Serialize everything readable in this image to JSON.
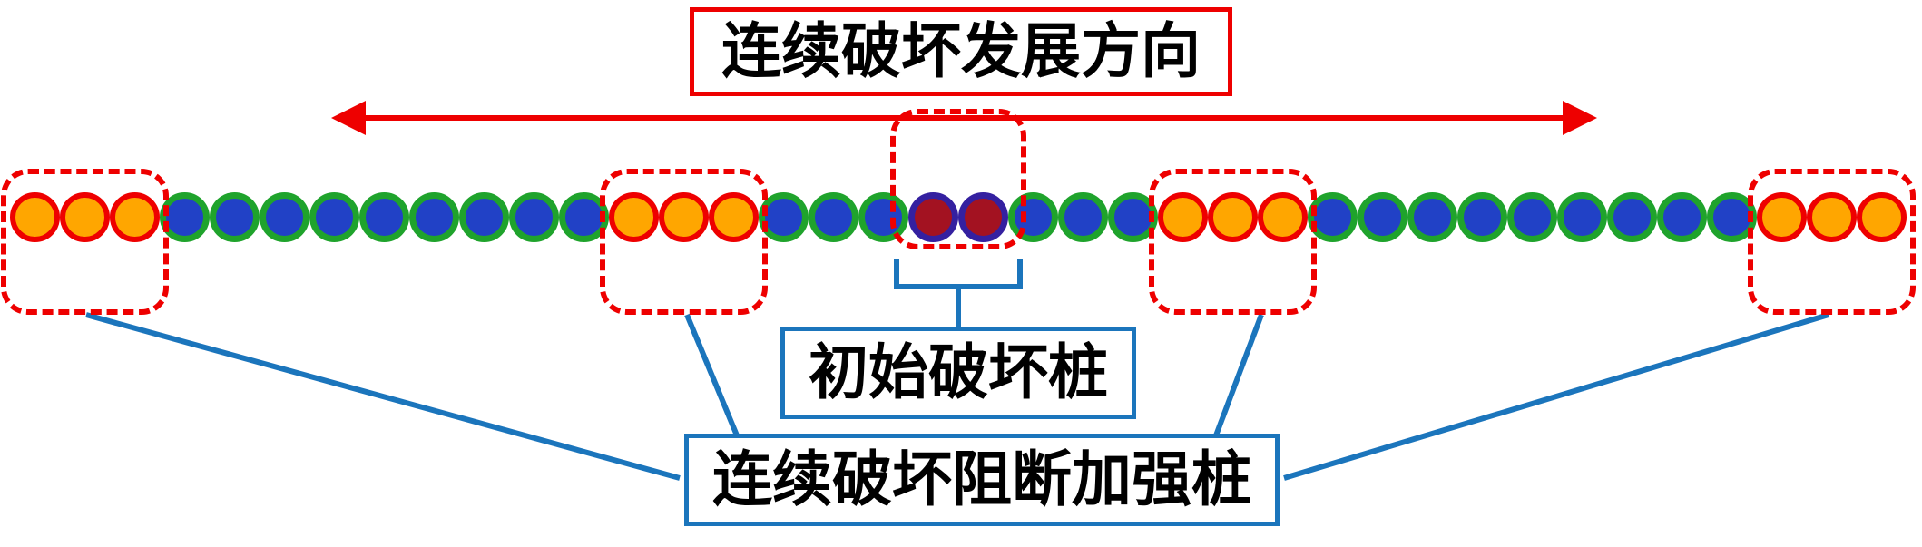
{
  "title": {
    "text": "连续破坏发展方向"
  },
  "annotations": {
    "initial_failure_label": "初始破坏桩",
    "blocking_reinforcement_label": "连续破坏阻断加强桩"
  },
  "colors": {
    "red": "#ee0000",
    "blue": "#1b75bc",
    "pile_normal_fill": "#2141c6",
    "pile_normal_border": "#1fa32c",
    "pile_reinforced_fill": "#ffa600",
    "pile_reinforced_border": "#ee0000",
    "pile_failed_fill": "#a31221",
    "pile_failed_border": "#3420a0"
  },
  "pile_row": {
    "groups": [
      {
        "type": "reinforced",
        "count": 3,
        "boxed": true
      },
      {
        "type": "normal",
        "count": 9
      },
      {
        "type": "reinforced",
        "count": 3,
        "boxed": true
      },
      {
        "type": "normal",
        "count": 3
      },
      {
        "type": "failed",
        "count": 2,
        "boxed": true,
        "bracket": true
      },
      {
        "type": "normal",
        "count": 3
      },
      {
        "type": "reinforced",
        "count": 3,
        "boxed": true
      },
      {
        "type": "normal",
        "count": 9
      },
      {
        "type": "reinforced",
        "count": 3,
        "boxed": true
      }
    ]
  }
}
